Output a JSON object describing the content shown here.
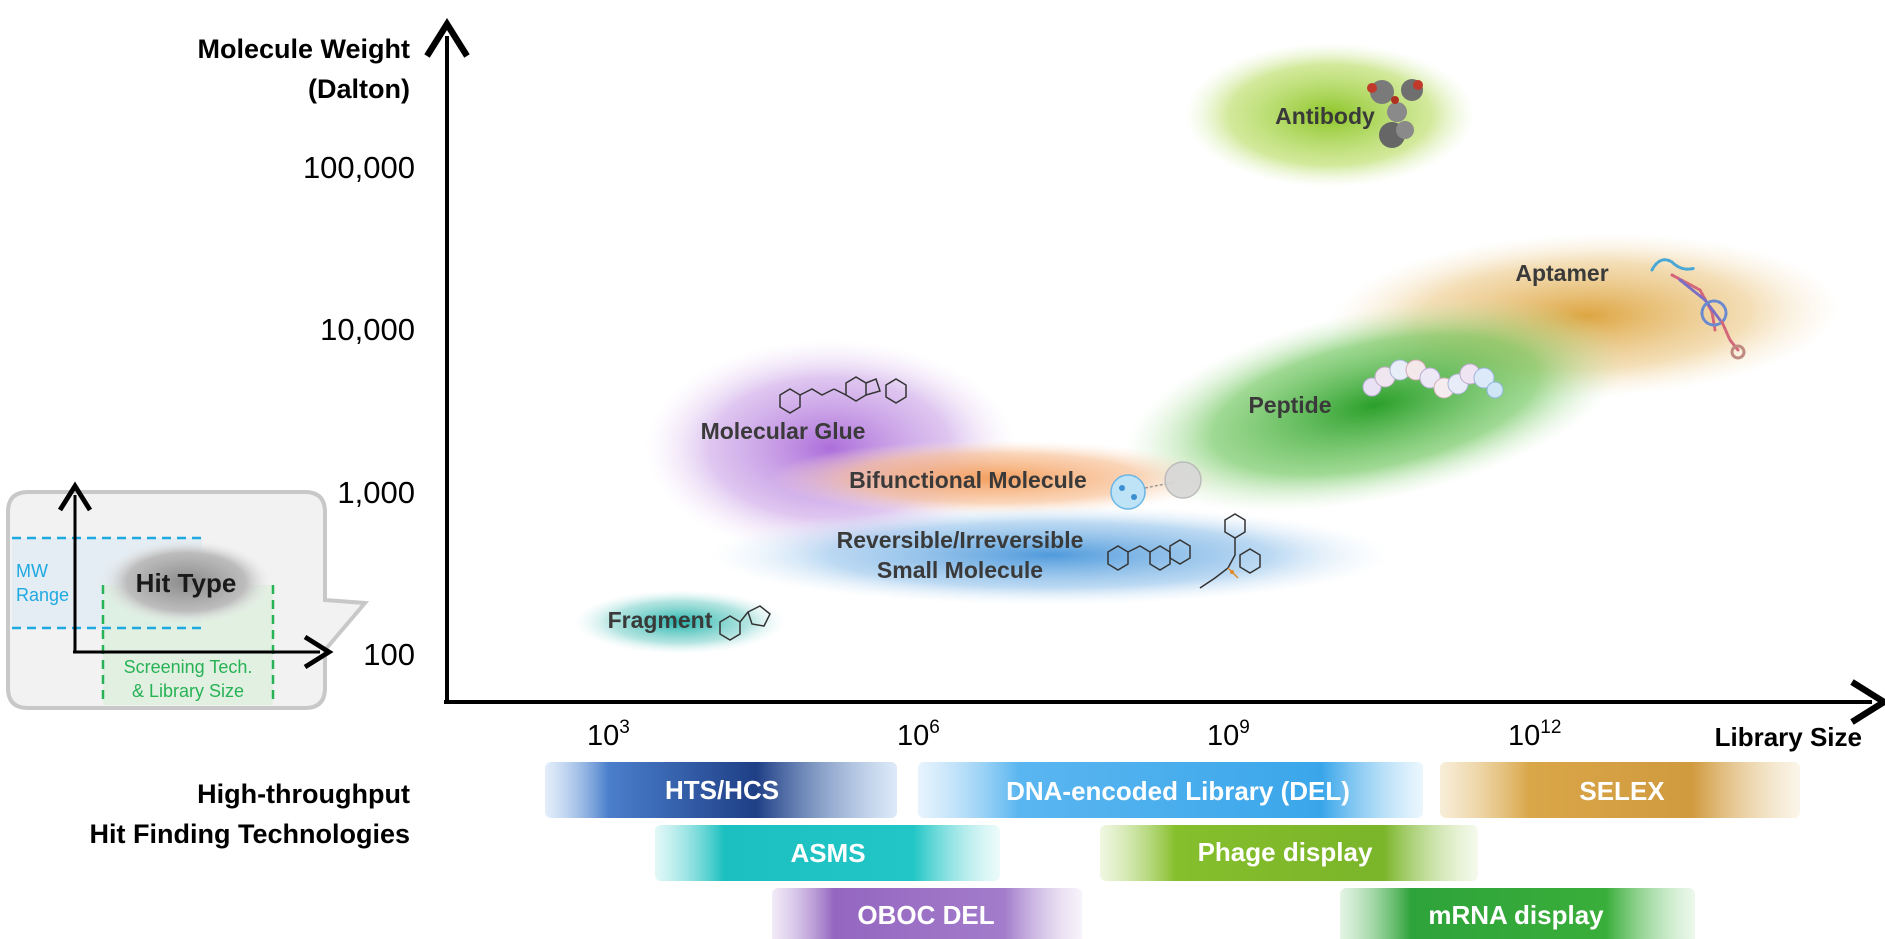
{
  "y_axis": {
    "title_line1": "Molecule Weight",
    "title_line2": "(Dalton)",
    "ticks": [
      "100,000",
      "10,000",
      "1,000",
      "100"
    ]
  },
  "x_axis": {
    "title": "Library Size",
    "ticks": [
      {
        "base": "10",
        "exp": "3"
      },
      {
        "base": "10",
        "exp": "6"
      },
      {
        "base": "10",
        "exp": "9"
      },
      {
        "base": "10",
        "exp": "12"
      }
    ]
  },
  "hit_types": {
    "antibody": "Antibody",
    "aptamer": "Aptamer",
    "peptide": "Peptide",
    "molecular_glue": "Molecular Glue",
    "bifunctional": "Bifunctional Molecule",
    "small_molecule_line1": "Reversible/Irreversible",
    "small_molecule_line2": "Small Molecule",
    "fragment": "Fragment"
  },
  "technologies": {
    "title_line1": "High-throughput",
    "title_line2": "Hit Finding Technologies",
    "bars": {
      "hts": "HTS/HCS",
      "del": "DNA-encoded Library (DEL)",
      "selex": "SELEX",
      "asms": "ASMS",
      "phage": "Phage display",
      "oboc": "OBOC DEL",
      "mrna": "mRNA display"
    }
  },
  "legend": {
    "mw_line1": "MW",
    "mw_line2": "Range",
    "hit_type": "Hit Type",
    "screening_line1": "Screening Tech.",
    "screening_line2": "& Library Size"
  },
  "colors": {
    "antibody": "#9acd32",
    "aptamer": "#e0a63a",
    "peptide": "#3aa635",
    "molecular_glue": "#b07ad6",
    "bifunctional": "#f4a460",
    "small_molecule": "#5aa0dc",
    "fragment": "#20b2aa",
    "hts": "#2f5faa",
    "del": "#4ab2ee",
    "selex": "#d4a045",
    "asms": "#22c4c4",
    "phage": "#7ab830",
    "oboc": "#9a6cc0",
    "mrna": "#2ea33a",
    "mw_range": "#1fa9e1",
    "screening": "#27b255"
  }
}
